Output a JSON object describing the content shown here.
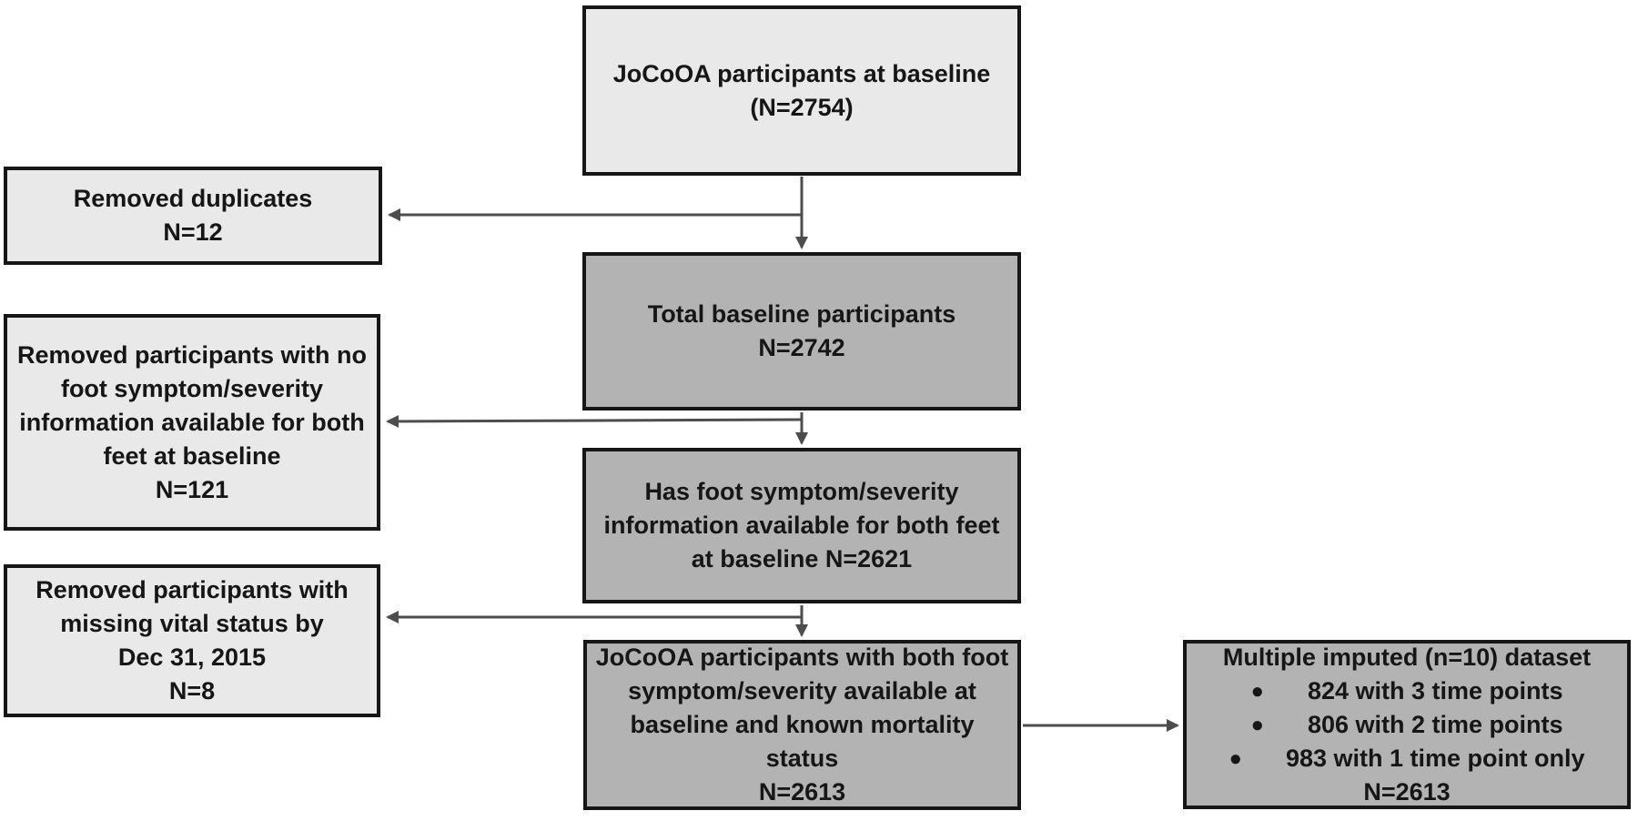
{
  "figure": {
    "colors": {
      "light_fill": "#e9e9e9",
      "dark_fill": "#b3b3b3",
      "border": "#161616",
      "arrow": "#4d4d4d",
      "text": "#161616"
    },
    "boxes": {
      "baseline": {
        "lines": [
          "JoCoOA participants at baseline",
          "(N=2754)"
        ]
      },
      "removed_duplicates": {
        "lines": [
          "Removed duplicates",
          "N=12"
        ]
      },
      "total_baseline": {
        "lines": [
          "Total baseline participants",
          "N=2742"
        ]
      },
      "removed_no_foot_info": {
        "lines": [
          "Removed participants with no",
          "foot symptom/severity",
          "information available for both",
          "feet at baseline",
          "N=121"
        ]
      },
      "has_foot_info": {
        "lines": [
          "Has foot symptom/severity",
          "information available for both feet",
          "at baseline N=2621"
        ]
      },
      "removed_missing_vital": {
        "lines": [
          "Removed participants with",
          "missing vital status by",
          "Dec 31, 2015",
          "N=8"
        ]
      },
      "mortality_status": {
        "lines": [
          "JoCoOA participants with both foot",
          "symptom/severity available at",
          "baseline and known mortality",
          "status",
          "N=2613"
        ]
      },
      "imputed_dataset": {
        "title": "Multiple imputed (n=10) dataset",
        "bullet_icon": "●",
        "bullets": [
          "824 with 3 time points",
          "806 with 2 time points",
          "983 with 1 time point only"
        ],
        "n": "N=2613"
      }
    }
  }
}
